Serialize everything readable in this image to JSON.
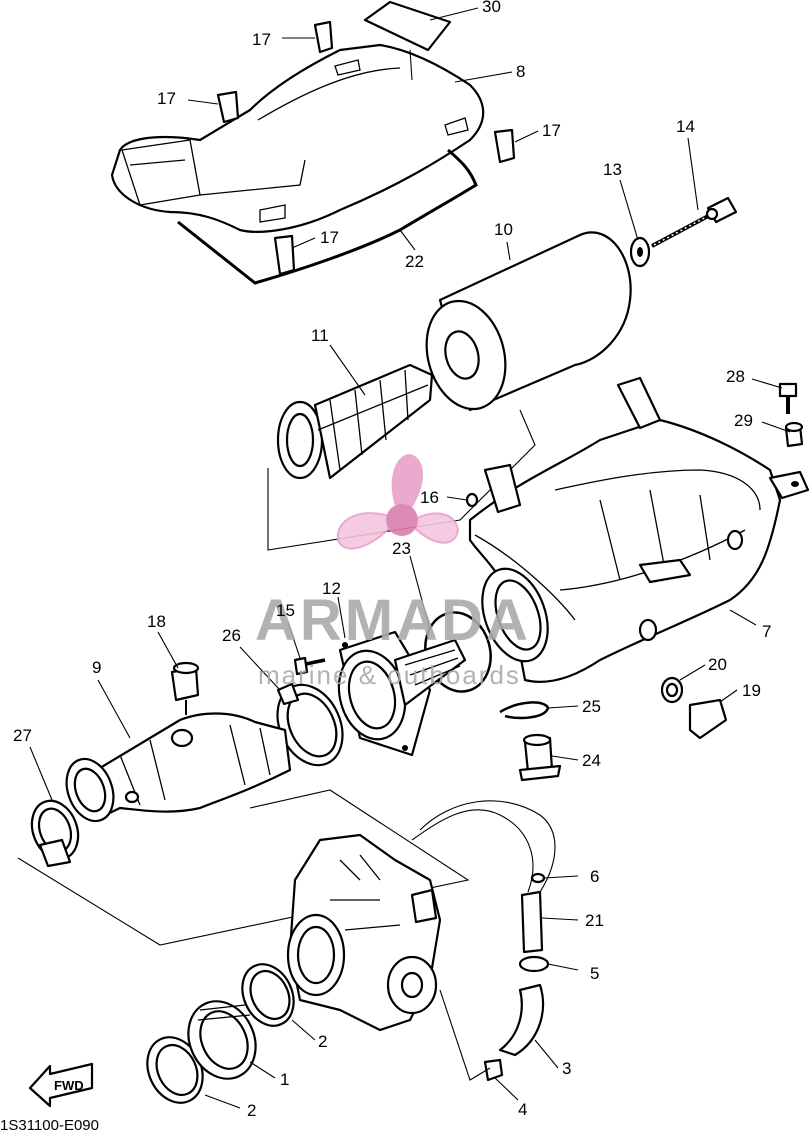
{
  "diagram_code": "1S31100-E090",
  "fwd_label": "FWD",
  "watermark": {
    "brand": "ARMADA",
    "tagline": "marine & outboards",
    "accent_color": "#e8a0c8",
    "text_color": "#a8a8a8"
  },
  "callouts": [
    {
      "id": "c30",
      "text": "30"
    },
    {
      "id": "c8",
      "text": "8"
    },
    {
      "id": "c17a",
      "text": "17"
    },
    {
      "id": "c17b",
      "text": "17"
    },
    {
      "id": "c17c",
      "text": "17"
    },
    {
      "id": "c17d",
      "text": "17"
    },
    {
      "id": "c22",
      "text": "22"
    },
    {
      "id": "c14",
      "text": "14"
    },
    {
      "id": "c13",
      "text": "13"
    },
    {
      "id": "c10",
      "text": "10"
    },
    {
      "id": "c11",
      "text": "11"
    },
    {
      "id": "c28",
      "text": "28"
    },
    {
      "id": "c29",
      "text": "29"
    },
    {
      "id": "c16",
      "text": "16"
    },
    {
      "id": "c23",
      "text": "23"
    },
    {
      "id": "c12",
      "text": "12"
    },
    {
      "id": "c15",
      "text": "15"
    },
    {
      "id": "c18",
      "text": "18"
    },
    {
      "id": "c26",
      "text": "26"
    },
    {
      "id": "c9",
      "text": "9"
    },
    {
      "id": "c7",
      "text": "7"
    },
    {
      "id": "c20",
      "text": "20"
    },
    {
      "id": "c19",
      "text": "19"
    },
    {
      "id": "c25",
      "text": "25"
    },
    {
      "id": "c24",
      "text": "24"
    },
    {
      "id": "c27",
      "text": "27"
    },
    {
      "id": "c6",
      "text": "6"
    },
    {
      "id": "c21",
      "text": "21"
    },
    {
      "id": "c5",
      "text": "5"
    },
    {
      "id": "c3",
      "text": "3"
    },
    {
      "id": "c2a",
      "text": "2"
    },
    {
      "id": "c1",
      "text": "1"
    },
    {
      "id": "c2b",
      "text": "2"
    },
    {
      "id": "c4",
      "text": "4"
    }
  ]
}
